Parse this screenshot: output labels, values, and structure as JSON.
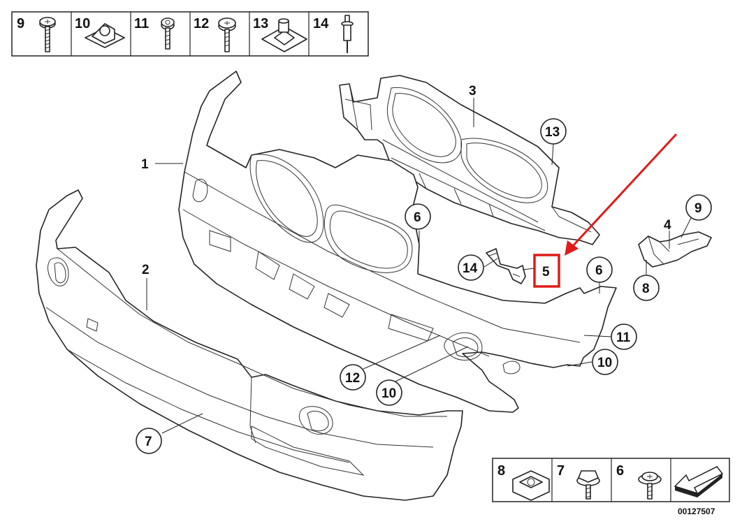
{
  "top_legend": [
    {
      "number": "9",
      "icon": "screw-icon"
    },
    {
      "number": "10",
      "icon": "clip-nut-icon"
    },
    {
      "number": "11",
      "icon": "bolt-icon"
    },
    {
      "number": "12",
      "icon": "screw-icon"
    },
    {
      "number": "13",
      "icon": "clip-nut-icon"
    },
    {
      "number": "14",
      "icon": "rivet-icon"
    }
  ],
  "bottom_legend": [
    {
      "number": "8",
      "icon": "clip-nut-icon"
    },
    {
      "number": "7",
      "icon": "hex-screw-icon"
    },
    {
      "number": "6",
      "icon": "screw-icon"
    },
    {
      "number": "",
      "icon": "direction-arrow-icon"
    }
  ],
  "callouts": {
    "c1": "1",
    "c2": "2",
    "c3": "3",
    "c4": "4",
    "c5": "5",
    "c6a": "6",
    "c6b": "6",
    "c7": "7",
    "c8": "8",
    "c9": "9",
    "c10a": "10",
    "c10b": "10",
    "c11": "11",
    "c12": "12",
    "c13": "13",
    "c14": "14"
  },
  "highlight": {
    "target": "5",
    "color": "#e01b1b"
  },
  "document_number": "00127507"
}
